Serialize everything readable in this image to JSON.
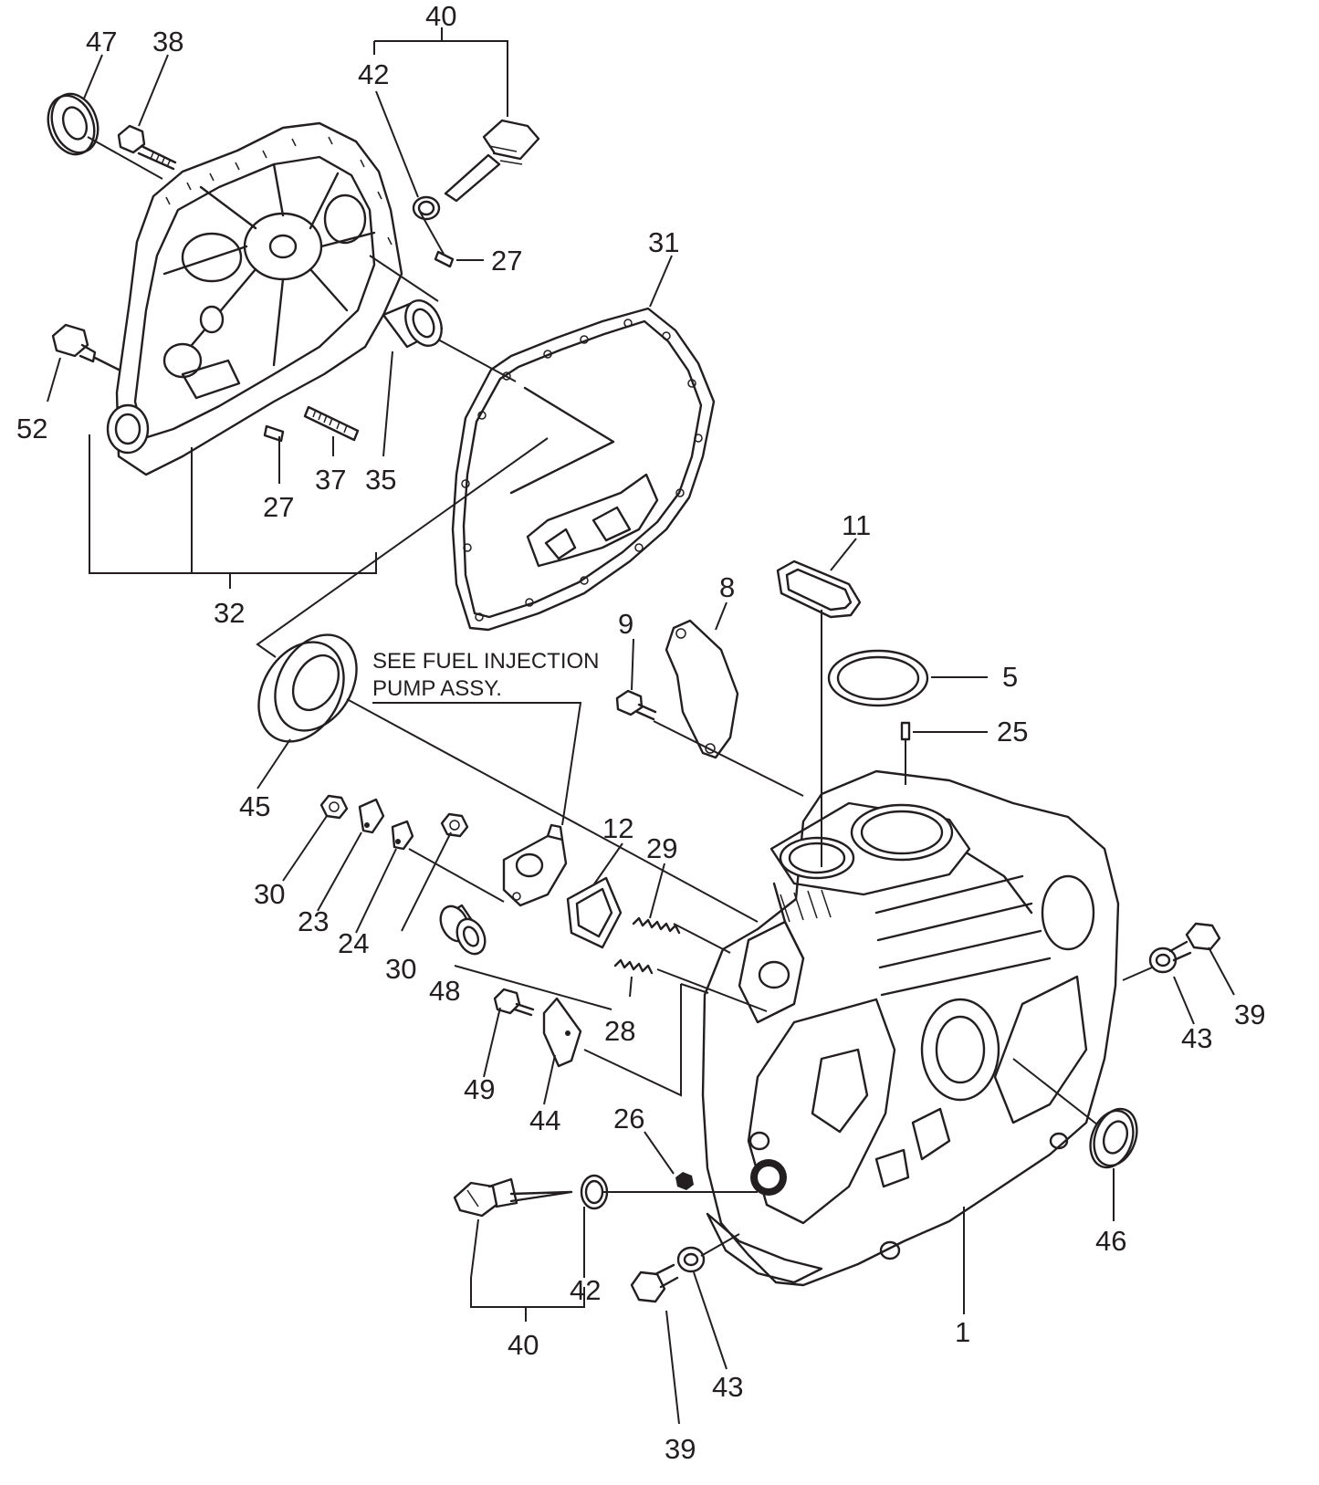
{
  "diagram": {
    "callouts": {
      "c47": "47",
      "c38": "38",
      "c40_top": "40",
      "c42_top": "42",
      "c27_a": "27",
      "c31": "31",
      "c52": "52",
      "c37": "37",
      "c35": "35",
      "c27_b": "27",
      "c32": "32",
      "c11": "11",
      "c8": "8",
      "c9": "9",
      "c5": "5",
      "c25": "25",
      "c45": "45",
      "c12": "12",
      "c29": "29",
      "c30_a": "30",
      "c23": "23",
      "c24": "24",
      "c30_b": "30",
      "c48": "48",
      "c28": "28",
      "c49": "49",
      "c44": "44",
      "c43_right": "43",
      "c39_right": "39",
      "c26": "26",
      "c46": "46",
      "c42_bottom": "42",
      "c43_bottom": "43",
      "c1": "1",
      "c40_bottom": "40",
      "c39_bottom": "39"
    },
    "note_line1": "SEE FUEL INJECTION",
    "note_line2": "PUMP ASSY."
  }
}
